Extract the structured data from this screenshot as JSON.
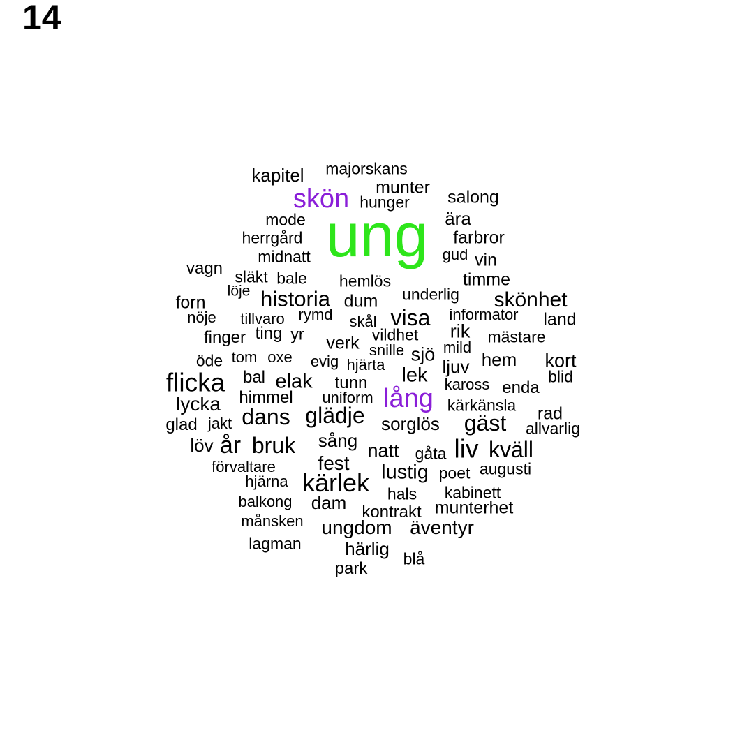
{
  "panel_label": "14",
  "colors": {
    "default": "#000000",
    "green": "#2ee51b",
    "purple": "#8a1ed8"
  },
  "words": [
    {
      "text": "ung",
      "color": "green"
    },
    {
      "text": "skön",
      "color": "purple"
    },
    {
      "text": "lång",
      "color": "purple"
    },
    {
      "text": "kapitel"
    },
    {
      "text": "majorskans"
    },
    {
      "text": "munter"
    },
    {
      "text": "hunger"
    },
    {
      "text": "salong"
    },
    {
      "text": "ära"
    },
    {
      "text": "mode"
    },
    {
      "text": "herrgård"
    },
    {
      "text": "farbror"
    },
    {
      "text": "midnatt"
    },
    {
      "text": "gud"
    },
    {
      "text": "vin"
    },
    {
      "text": "vagn"
    },
    {
      "text": "släkt"
    },
    {
      "text": "bale"
    },
    {
      "text": "hemlös"
    },
    {
      "text": "timme"
    },
    {
      "text": "löje"
    },
    {
      "text": "underlig"
    },
    {
      "text": "forn"
    },
    {
      "text": "historia"
    },
    {
      "text": "dum"
    },
    {
      "text": "skönhet"
    },
    {
      "text": "nöje"
    },
    {
      "text": "tillvaro"
    },
    {
      "text": "rymd"
    },
    {
      "text": "visa"
    },
    {
      "text": "informator"
    },
    {
      "text": "skål"
    },
    {
      "text": "land"
    },
    {
      "text": "ting"
    },
    {
      "text": "yr"
    },
    {
      "text": "vildhet"
    },
    {
      "text": "rik"
    },
    {
      "text": "finger"
    },
    {
      "text": "verk"
    },
    {
      "text": "mästare"
    },
    {
      "text": "snille"
    },
    {
      "text": "mild"
    },
    {
      "text": "sjö"
    },
    {
      "text": "öde"
    },
    {
      "text": "tom"
    },
    {
      "text": "oxe"
    },
    {
      "text": "evig"
    },
    {
      "text": "hjärta"
    },
    {
      "text": "hem"
    },
    {
      "text": "kort"
    },
    {
      "text": "ljuv"
    },
    {
      "text": "bal"
    },
    {
      "text": "lek"
    },
    {
      "text": "blid"
    },
    {
      "text": "flicka"
    },
    {
      "text": "elak"
    },
    {
      "text": "tunn"
    },
    {
      "text": "kaross"
    },
    {
      "text": "enda"
    },
    {
      "text": "himmel"
    },
    {
      "text": "uniform"
    },
    {
      "text": "lycka"
    },
    {
      "text": "kärkänsla"
    },
    {
      "text": "rad"
    },
    {
      "text": "dans"
    },
    {
      "text": "glädje"
    },
    {
      "text": "glad"
    },
    {
      "text": "jakt"
    },
    {
      "text": "gäst"
    },
    {
      "text": "sorglös"
    },
    {
      "text": "allvarlig"
    },
    {
      "text": "sång"
    },
    {
      "text": "löv"
    },
    {
      "text": "år"
    },
    {
      "text": "bruk"
    },
    {
      "text": "liv"
    },
    {
      "text": "natt"
    },
    {
      "text": "gåta"
    },
    {
      "text": "kväll"
    },
    {
      "text": "fest"
    },
    {
      "text": "förvaltare"
    },
    {
      "text": "augusti"
    },
    {
      "text": "lustig"
    },
    {
      "text": "poet"
    },
    {
      "text": "hjärna"
    },
    {
      "text": "kärlek"
    },
    {
      "text": "kabinett"
    },
    {
      "text": "hals"
    },
    {
      "text": "balkong"
    },
    {
      "text": "dam"
    },
    {
      "text": "munterhet"
    },
    {
      "text": "kontrakt"
    },
    {
      "text": "månsken"
    },
    {
      "text": "ungdom"
    },
    {
      "text": "äventyr"
    },
    {
      "text": "lagman"
    },
    {
      "text": "härlig"
    },
    {
      "text": "blå"
    },
    {
      "text": "park"
    }
  ]
}
